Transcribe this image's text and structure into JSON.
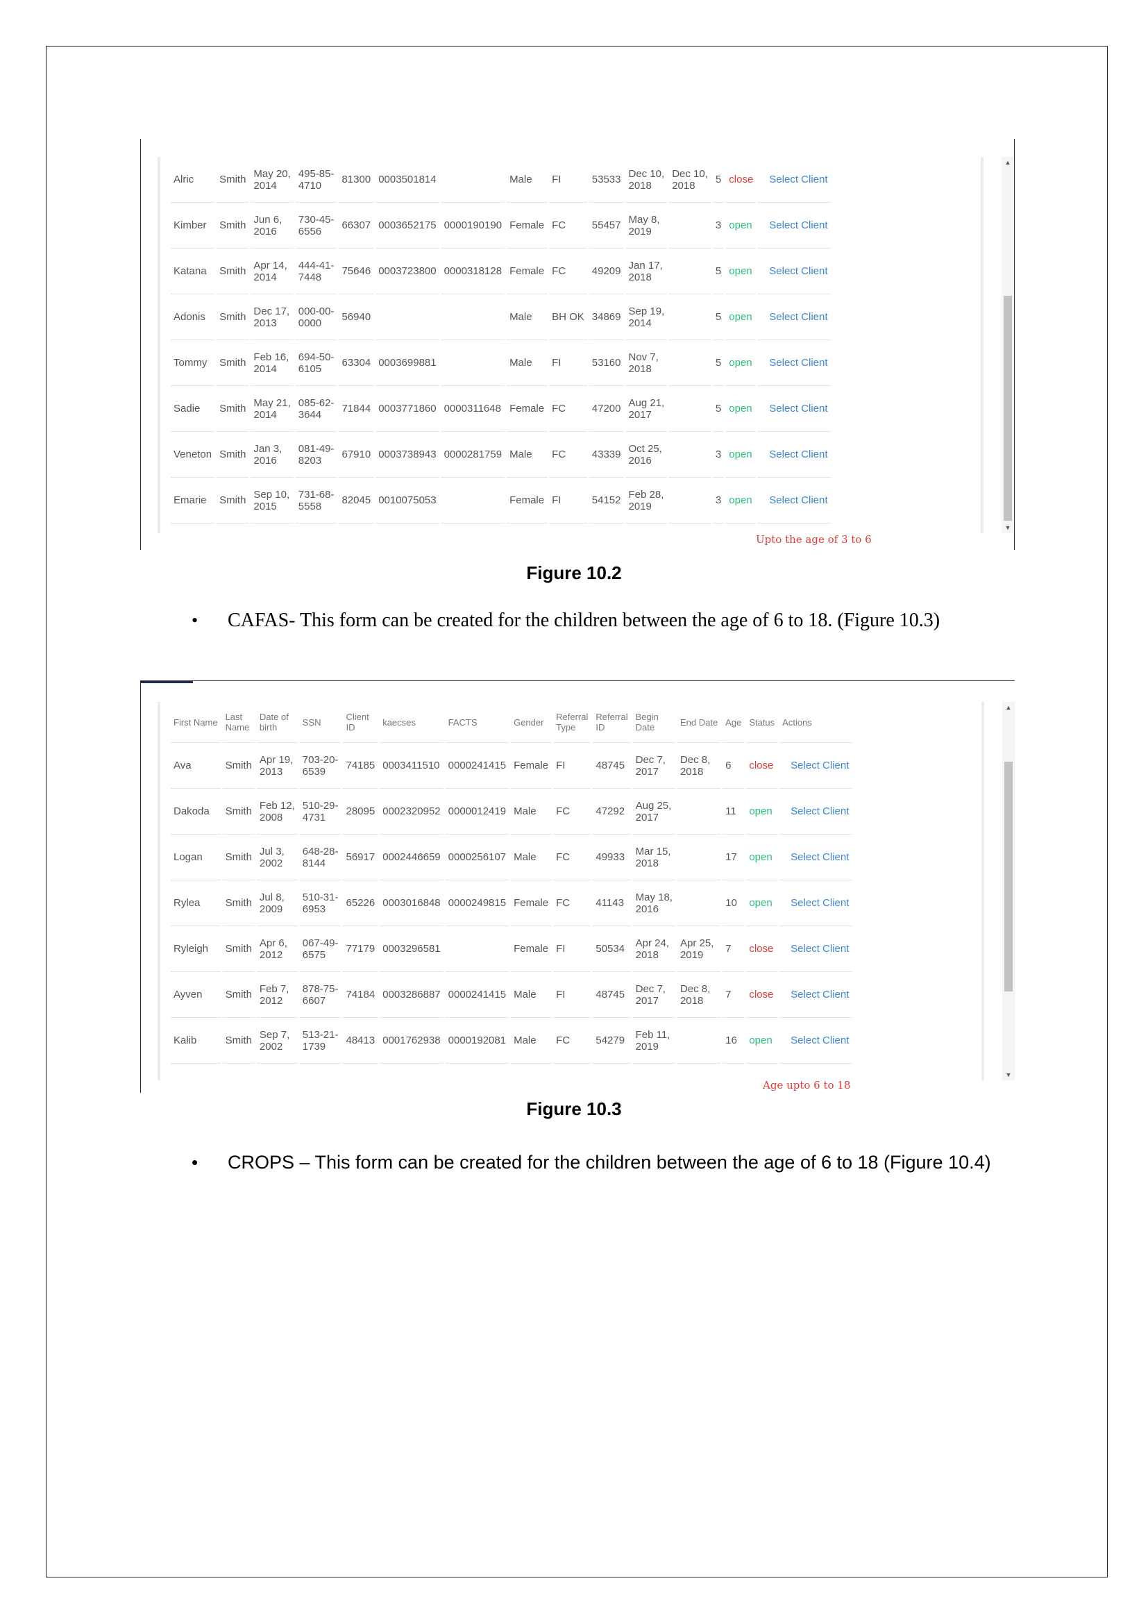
{
  "figure1": {
    "caption": "Figure 10.2",
    "note": "Upto the age of 3 to 6",
    "rows": [
      {
        "first": "Alric",
        "last": "Smith",
        "dob": "May 20,\n2014",
        "ssn": "495-85-\n4710",
        "cid": "81300",
        "kaecses": "0003501814",
        "facts": "",
        "gender": "Male",
        "rtype": "FI",
        "rid": "53533",
        "begin": "Dec 10,\n2018",
        "end": "Dec 10,\n2018",
        "age": "5",
        "status": "close",
        "action": "Select Client"
      },
      {
        "first": "Kimber",
        "last": "Smith",
        "dob": "Jun 6,\n2016",
        "ssn": "730-45-\n6556",
        "cid": "66307",
        "kaecses": "0003652175",
        "facts": "0000190190",
        "gender": "Female",
        "rtype": "FC",
        "rid": "55457",
        "begin": "May 8,\n2019",
        "end": "",
        "age": "3",
        "status": "open",
        "action": "Select Client"
      },
      {
        "first": "Katana",
        "last": "Smith",
        "dob": "Apr 14,\n2014",
        "ssn": "444-41-\n7448",
        "cid": "75646",
        "kaecses": "0003723800",
        "facts": "0000318128",
        "gender": "Female",
        "rtype": "FC",
        "rid": "49209",
        "begin": "Jan 17,\n2018",
        "end": "",
        "age": "5",
        "status": "open",
        "action": "Select Client"
      },
      {
        "first": "Adonis",
        "last": "Smith",
        "dob": "Dec 17,\n2013",
        "ssn": "000-00-\n0000",
        "cid": "56940",
        "kaecses": "",
        "facts": "",
        "gender": "Male",
        "rtype": "BH OK",
        "rid": "34869",
        "begin": "Sep 19,\n2014",
        "end": "",
        "age": "5",
        "status": "open",
        "action": "Select Client"
      },
      {
        "first": "Tommy",
        "last": "Smith",
        "dob": "Feb 16,\n2014",
        "ssn": "694-50-\n6105",
        "cid": "63304",
        "kaecses": "0003699881",
        "facts": "",
        "gender": "Male",
        "rtype": "FI",
        "rid": "53160",
        "begin": "Nov 7,\n2018",
        "end": "",
        "age": "5",
        "status": "open",
        "action": "Select Client"
      },
      {
        "first": "Sadie",
        "last": "Smith",
        "dob": "May 21,\n2014",
        "ssn": "085-62-\n3644",
        "cid": "71844",
        "kaecses": "0003771860",
        "facts": "0000311648",
        "gender": "Female",
        "rtype": "FC",
        "rid": "47200",
        "begin": "Aug 21,\n2017",
        "end": "",
        "age": "5",
        "status": "open",
        "action": "Select Client"
      },
      {
        "first": "Veneton",
        "last": "Smith",
        "dob": "Jan 3,\n2016",
        "ssn": "081-49-\n8203",
        "cid": "67910",
        "kaecses": "0003738943",
        "facts": "0000281759",
        "gender": "Male",
        "rtype": "FC",
        "rid": "43339",
        "begin": "Oct 25,\n2016",
        "end": "",
        "age": "3",
        "status": "open",
        "action": "Select Client"
      },
      {
        "first": "Emarie",
        "last": "Smith",
        "dob": "Sep 10,\n2015",
        "ssn": "731-68-\n5558",
        "cid": "82045",
        "kaecses": "0010075053",
        "facts": "",
        "gender": "Female",
        "rtype": "FI",
        "rid": "54152",
        "begin": "Feb 28,\n2019",
        "end": "",
        "age": "3",
        "status": "open",
        "action": "Select Client"
      }
    ]
  },
  "bullet1": {
    "text": "CAFAS- This form can be created for the children between the age of 6 to 18. (Figure 10.3)"
  },
  "figure2": {
    "caption": "Figure 10.3",
    "note": "Age upto 6 to 18",
    "headers": [
      "First Name",
      "Last\nName",
      "Date of\nbirth",
      "SSN",
      "Client\nID",
      "kaecses",
      "FACTS",
      "Gender",
      "Referral\nType",
      "Referral\nID",
      "Begin\nDate",
      "End Date",
      "Age",
      "Status",
      "Actions"
    ],
    "rows": [
      {
        "first": "Ava",
        "last": "Smith",
        "dob": "Apr 19,\n2013",
        "ssn": "703-20-\n6539",
        "cid": "74185",
        "kaecses": "0003411510",
        "facts": "0000241415",
        "gender": "Female",
        "rtype": "FI",
        "rid": "48745",
        "begin": "Dec 7,\n2017",
        "end": "Dec 8,\n2018",
        "age": "6",
        "status": "close",
        "action": "Select Client"
      },
      {
        "first": "Dakoda",
        "last": "Smith",
        "dob": "Feb 12,\n2008",
        "ssn": "510-29-\n4731",
        "cid": "28095",
        "kaecses": "0002320952",
        "facts": "0000012419",
        "gender": "Male",
        "rtype": "FC",
        "rid": "47292",
        "begin": "Aug 25,\n2017",
        "end": "",
        "age": "11",
        "status": "open",
        "action": "Select Client"
      },
      {
        "first": "Logan",
        "last": "Smith",
        "dob": "Jul 3,\n2002",
        "ssn": "648-28-\n8144",
        "cid": "56917",
        "kaecses": "0002446659",
        "facts": "0000256107",
        "gender": "Male",
        "rtype": "FC",
        "rid": "49933",
        "begin": "Mar 15,\n2018",
        "end": "",
        "age": "17",
        "status": "open",
        "action": "Select Client"
      },
      {
        "first": "Rylea",
        "last": "Smith",
        "dob": "Jul 8,\n2009",
        "ssn": "510-31-\n6953",
        "cid": "65226",
        "kaecses": "0003016848",
        "facts": "0000249815",
        "gender": "Female",
        "rtype": "FC",
        "rid": "41143",
        "begin": "May 18,\n2016",
        "end": "",
        "age": "10",
        "status": "open",
        "action": "Select Client"
      },
      {
        "first": "Ryleigh",
        "last": "Smith",
        "dob": "Apr 6,\n2012",
        "ssn": "067-49-\n6575",
        "cid": "77179",
        "kaecses": "0003296581",
        "facts": "",
        "gender": "Female",
        "rtype": "FI",
        "rid": "50534",
        "begin": "Apr 24,\n2018",
        "end": "Apr 25,\n2019",
        "age": "7",
        "status": "close",
        "action": "Select Client"
      },
      {
        "first": "Ayven",
        "last": "Smith",
        "dob": "Feb 7,\n2012",
        "ssn": "878-75-\n6607",
        "cid": "74184",
        "kaecses": "0003286887",
        "facts": "0000241415",
        "gender": "Male",
        "rtype": "FI",
        "rid": "48745",
        "begin": "Dec 7,\n2017",
        "end": "Dec 8,\n2018",
        "age": "7",
        "status": "close",
        "action": "Select Client"
      },
      {
        "first": "Kalib",
        "last": "Smith",
        "dob": "Sep 7,\n2002",
        "ssn": "513-21-\n1739",
        "cid": "48413",
        "kaecses": "0001762938",
        "facts": "0000192081",
        "gender": "Male",
        "rtype": "FC",
        "rid": "54279",
        "begin": "Feb 11,\n2019",
        "end": "",
        "age": "16",
        "status": "open",
        "action": "Select Client"
      }
    ]
  },
  "bullet2": {
    "text": "CROPS – This form can be created for the children between the age of 6 to 18 (Figure 10.4)"
  }
}
